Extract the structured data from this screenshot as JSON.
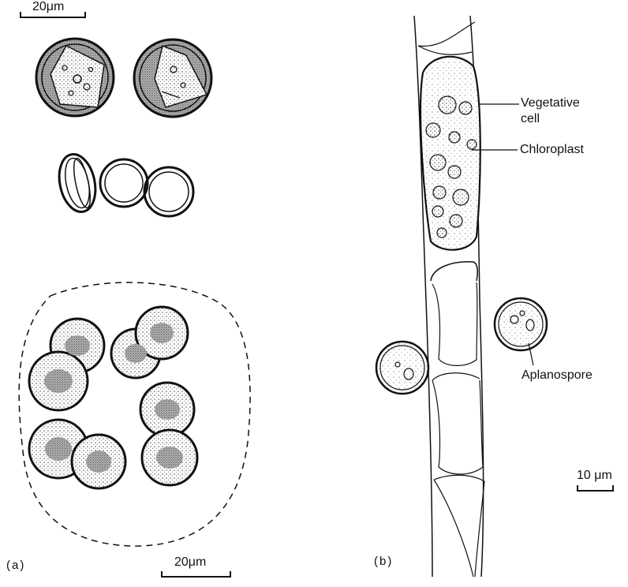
{
  "panel_a": {
    "label": "(a)",
    "scale_top": "20μm",
    "scale_bottom": "20μm"
  },
  "panel_b": {
    "label": "(b)",
    "scale": "10 μm",
    "labels": {
      "vegetative_line1": "Vegetative",
      "vegetative_line2": "cell",
      "chloroplast": "Chloroplast",
      "aplanospore": "Aplanospore"
    }
  },
  "colors": {
    "ink": "#111111",
    "stipple": "#6f6f6f",
    "background": "#ffffff"
  }
}
